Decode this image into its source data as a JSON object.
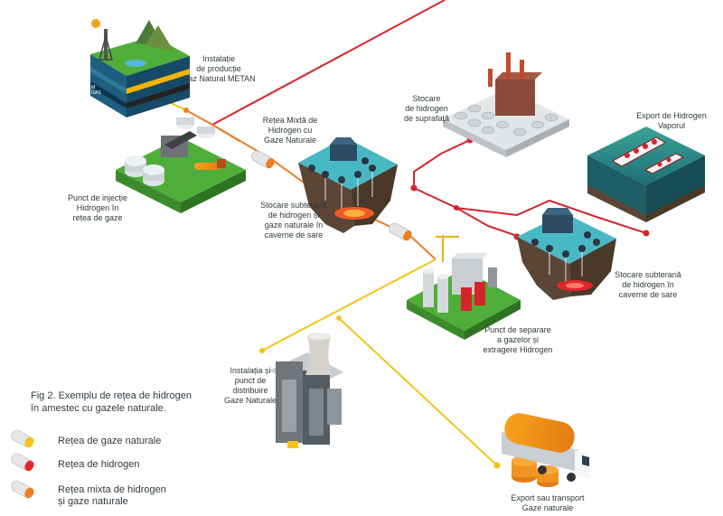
{
  "labels": {
    "production": "Instalație\nde producție\nGaz Natural METAN",
    "injection": "Punct de injecție\nHidrogen în\nrețea de gaze",
    "mixed_network": "Rețea Mixtă de\nHidrogen cu\nGaze Naturale",
    "surface_storage": "Stocare\nde hidrogen\nde suprafață",
    "export_hydrogen": "Export de Hidrogen\nVaporul",
    "underground_mixed": "Stocare subterană\nde hidrogen și\ngaze naturale  în\ncaverne de sare",
    "underground_h2": "Stocare subterană\nde hidrogen în\ncaverne de sare",
    "separation": "Punct de separare\na gazelor și\nextragere Hidrogen",
    "distribution": "Instalația și\npunct de\ndistribuire\nGaze Naturale",
    "export_gas": "Export sau transport\nGaze naturale",
    "well_tag": "M\nGAS"
  },
  "caption": "Fig 2. Exemplu de rețea de hidrogen\n în amestec cu gazele naturale.",
  "legend": [
    {
      "label": "Rețea de gaze naturale",
      "cap_color": "#f3c319"
    },
    {
      "label": "Rețea de hidrogen",
      "cap_color": "#e3262b"
    },
    {
      "label": "Rețea mixta de hidrogen\nși  gaze naturale",
      "cap_color": "#ee7d22"
    }
  ],
  "colors": {
    "gas": "#f3c319",
    "hydrogen": "#d5252b",
    "mixed": "#ee7d22",
    "grass": "#4fae3a",
    "soil": "#5a4535",
    "water": "#2f8f8a"
  }
}
